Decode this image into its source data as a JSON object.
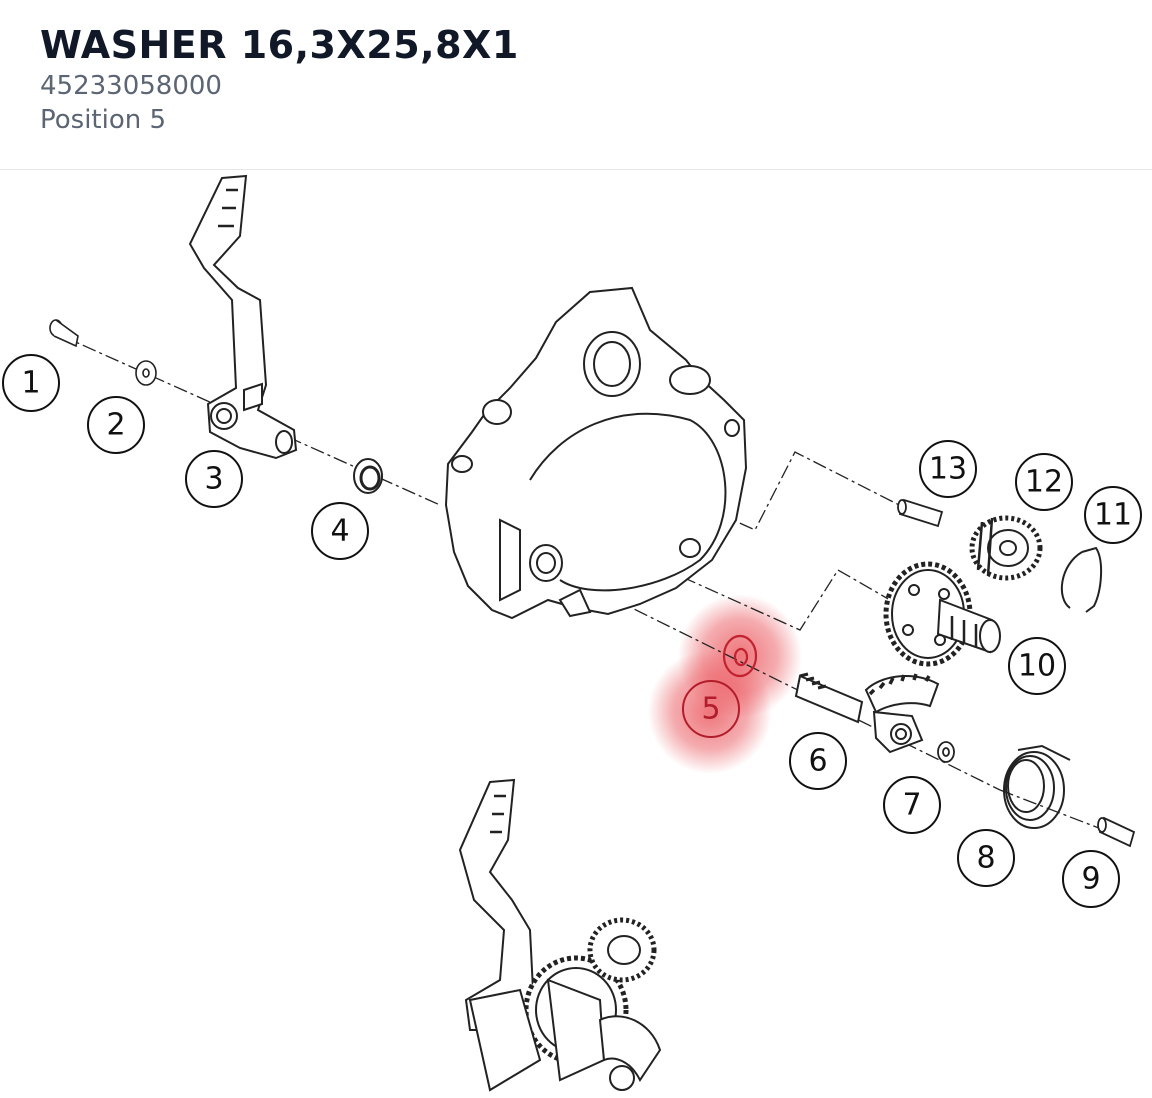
{
  "part": {
    "name": "WASHER 16,3X25,8X1",
    "number": "45233058000",
    "position": "Position 5"
  },
  "diagram": {
    "highlight_color": "#e8474e",
    "selected_position": "5",
    "callouts": [
      "1",
      "2",
      "3",
      "4",
      "5",
      "6",
      "7",
      "8",
      "9",
      "10",
      "11",
      "12",
      "13"
    ]
  }
}
